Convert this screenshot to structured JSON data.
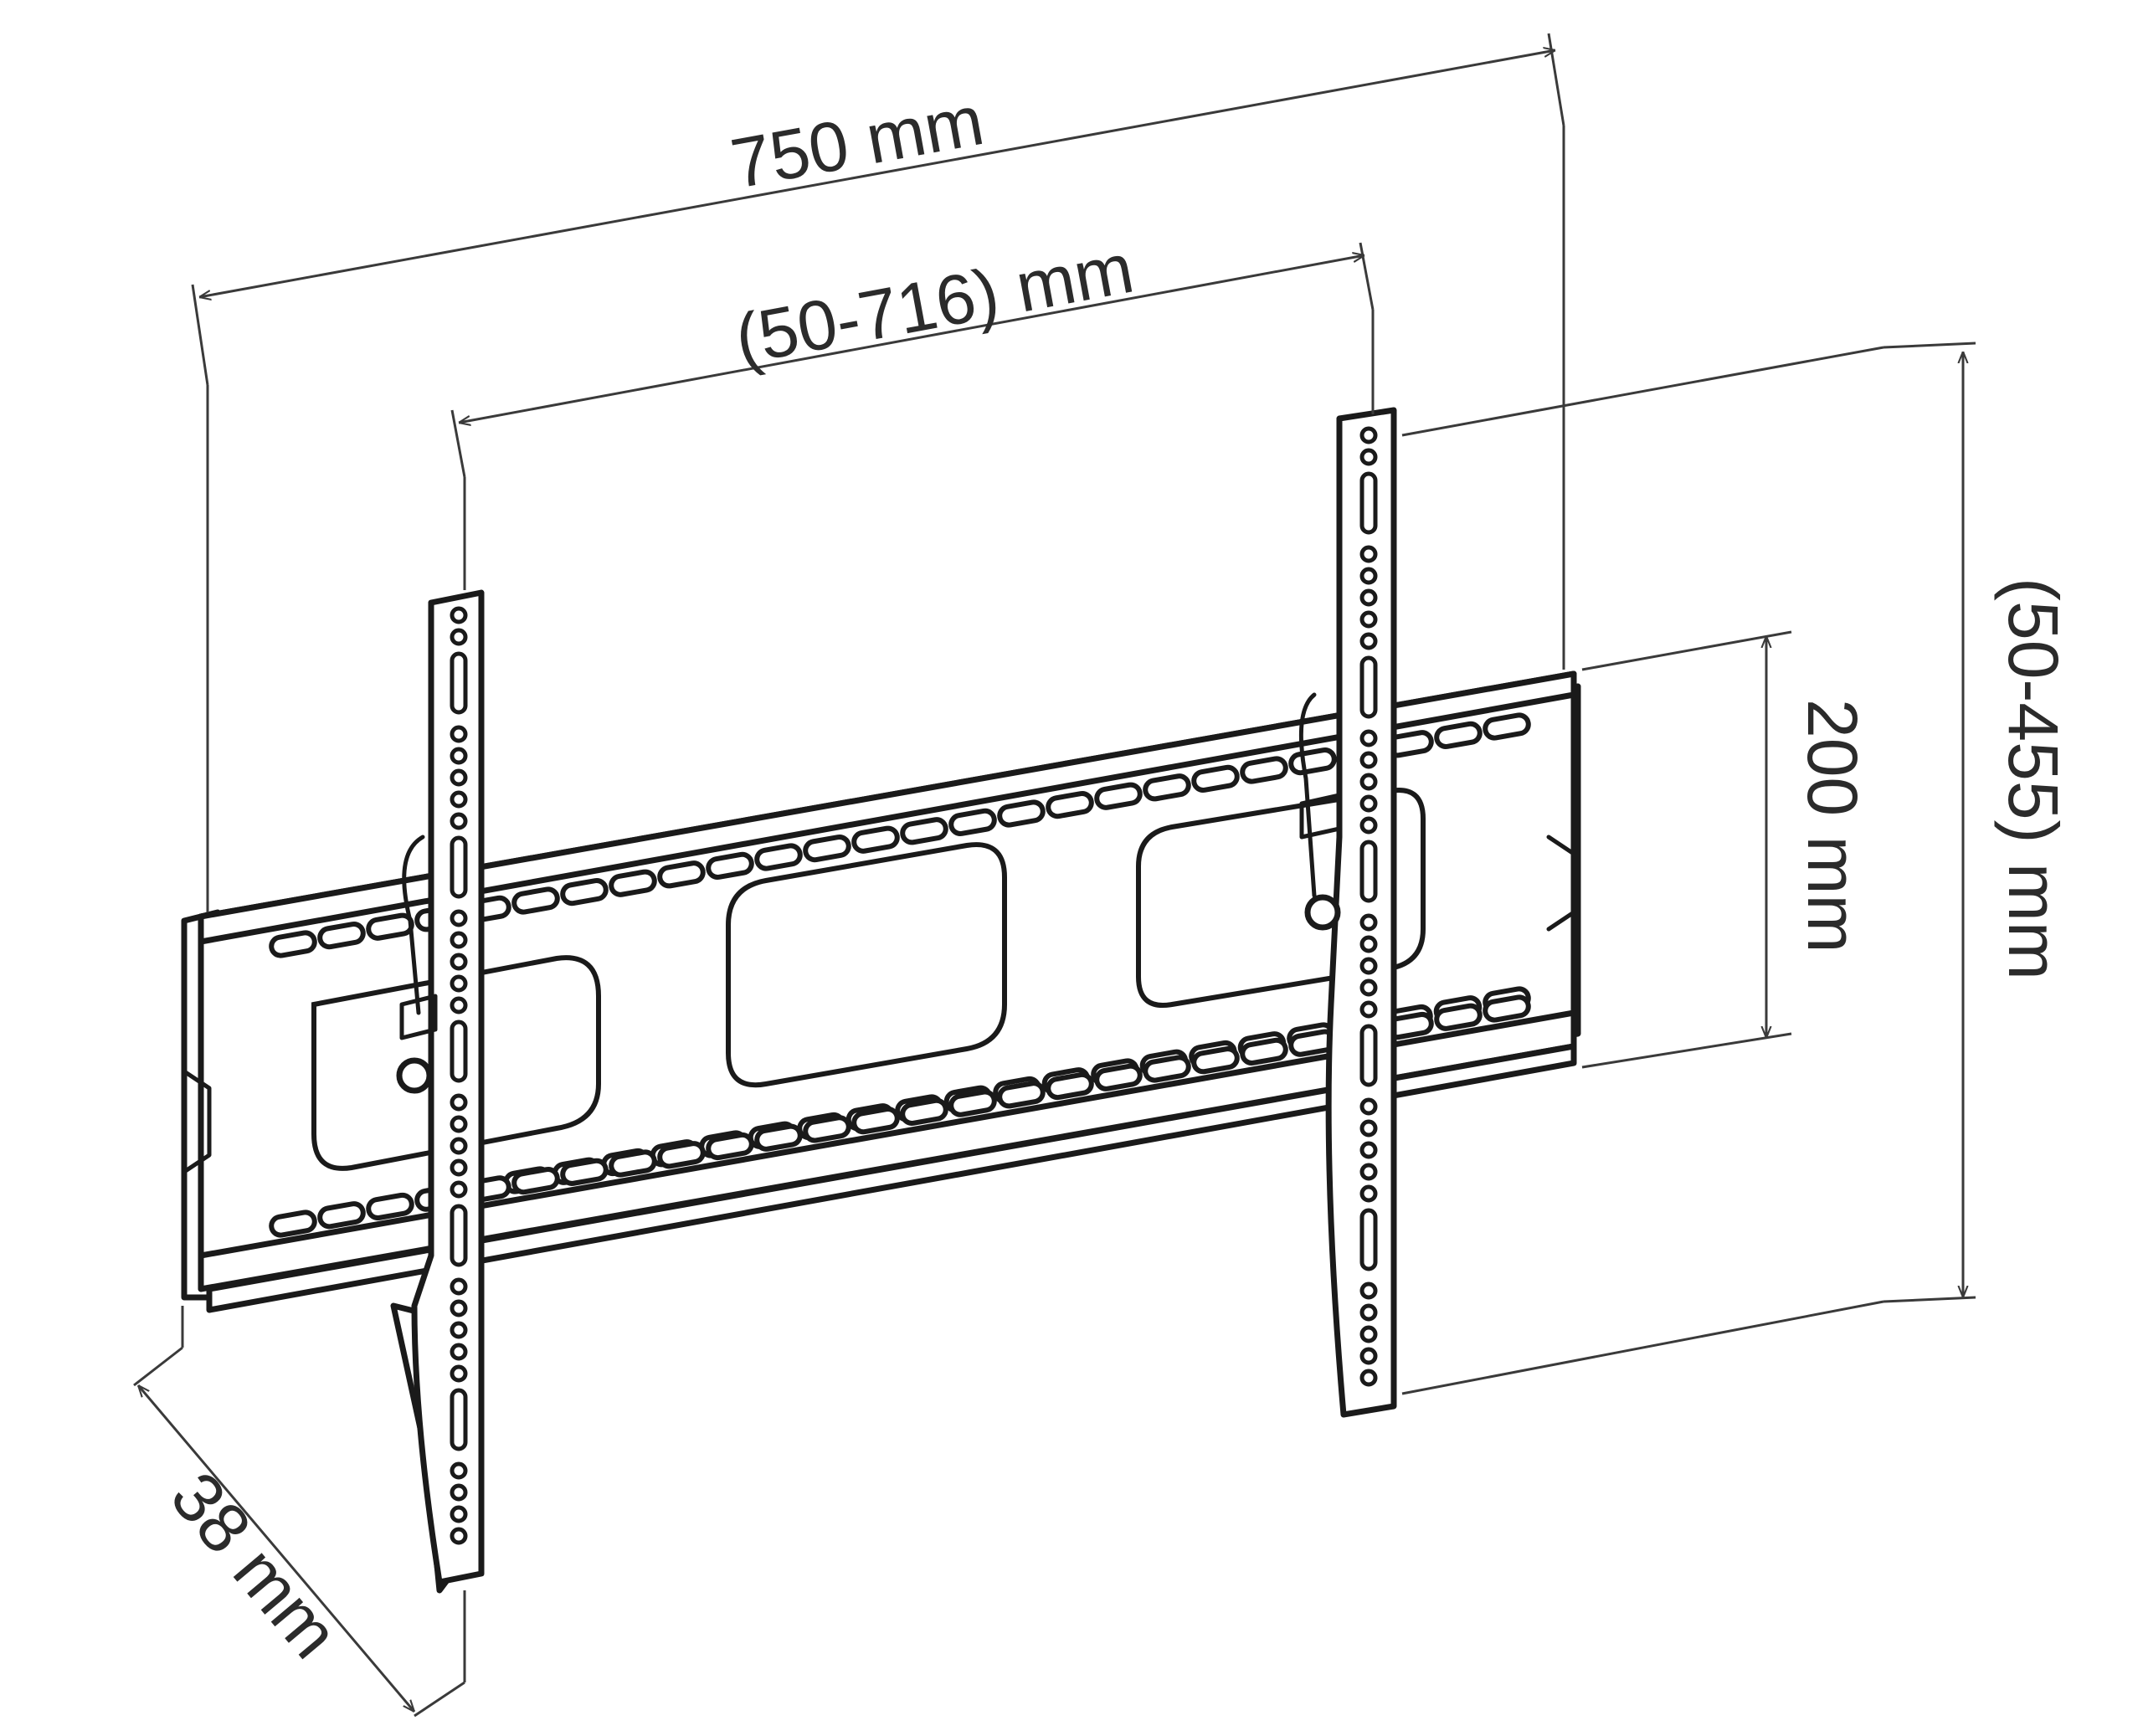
{
  "diagram": {
    "subject": "tv-wall-mount-bracket",
    "dimensions": {
      "overall_width": "750 mm",
      "vesa_horizontal": "(50-716) mm",
      "plate_height": "200 mm",
      "vesa_vertical": "(50-455) mm",
      "depth": "38 mm"
    }
  },
  "colors": {
    "line": "#1a1a1a",
    "dimension": "#3a3a3a",
    "background": "#ffffff"
  }
}
